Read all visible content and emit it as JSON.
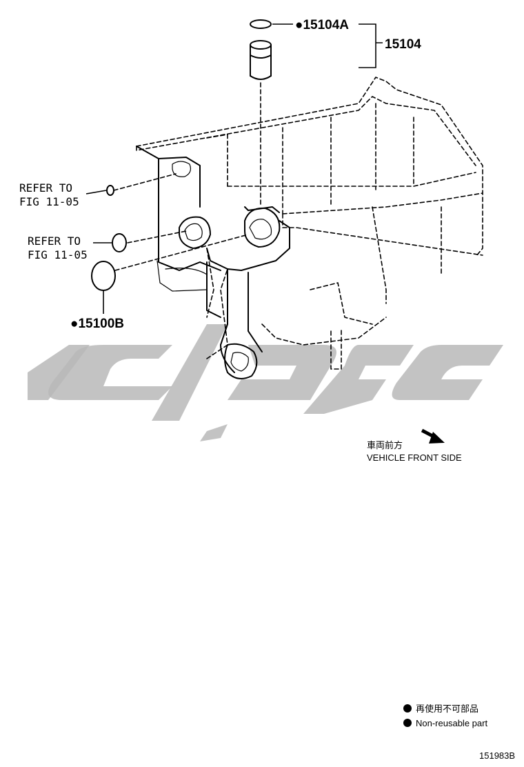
{
  "callouts": {
    "oring_top": "●15104A",
    "strainer": "15104",
    "oring_bottom": "●15100B",
    "refer_1_line1": "REFER TO",
    "refer_1_line2": "FIG 11-05",
    "refer_2_line1": "REFER TO",
    "refer_2_line2": "FIG 11-05"
  },
  "direction": {
    "japanese": "車両前方",
    "english": "VEHICLE FRONT SIDE"
  },
  "legend": {
    "japanese": "再使用不可部品",
    "english": "Non-reusable part"
  },
  "figure_id": "151983B",
  "icons": {
    "direction": "arrow-down-right-icon",
    "legend_bullet": "filled-circle-icon"
  },
  "colors": {
    "line": "#000000",
    "watermark": "#b8b8b8",
    "background": "#ffffff"
  }
}
